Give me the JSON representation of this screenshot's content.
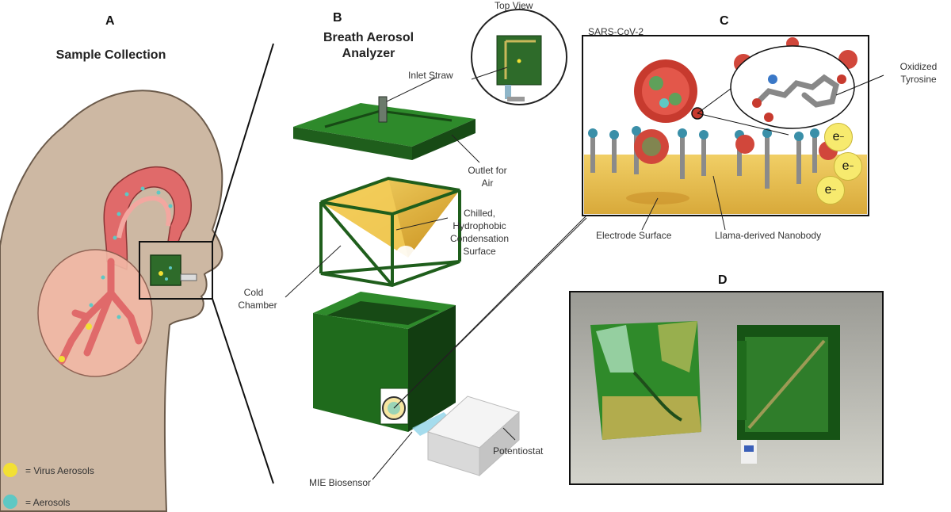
{
  "panels": {
    "a": "A",
    "b": "B",
    "c": "C",
    "d": "D"
  },
  "panel_a": {
    "title": "Sample Collection"
  },
  "panel_b": {
    "title_line1": "Breath Aerosol",
    "title_line2": "Analyzer",
    "top_view": "Top View",
    "inlet_straw": "Inlet Straw",
    "outlet_line1": "Outlet for",
    "outlet_line2": "Air",
    "chilled_line1": "Chilled,",
    "chilled_line2": "Hydrophobic",
    "chilled_line3": "Condensation",
    "chilled_line4": "Surface",
    "cold_line1": "Cold",
    "cold_line2": "Chamber",
    "potentiostat": "Potentiostat",
    "mie": "MIE Biosensor"
  },
  "panel_c": {
    "virus": "SARS-CoV-2",
    "oxidized_line1": "Oxidized",
    "oxidized_line2": "Tyrosine",
    "electron": "e",
    "electrode": "Electrode Surface",
    "nanobody": "Llama-derived Nanobody"
  },
  "legend": {
    "virus_aerosols": "= Virus Aerosols",
    "aerosols": "= Aerosols",
    "virus_color": "#f2e034",
    "aerosol_color": "#5ec8c4"
  },
  "colors": {
    "device_green": "#2e6b2a",
    "device_dark": "#1d4a1a",
    "gold": "#e8b83a",
    "skin": "#cdb8a3",
    "lung": "#f2b9a6",
    "airway": "#e06a6a"
  }
}
